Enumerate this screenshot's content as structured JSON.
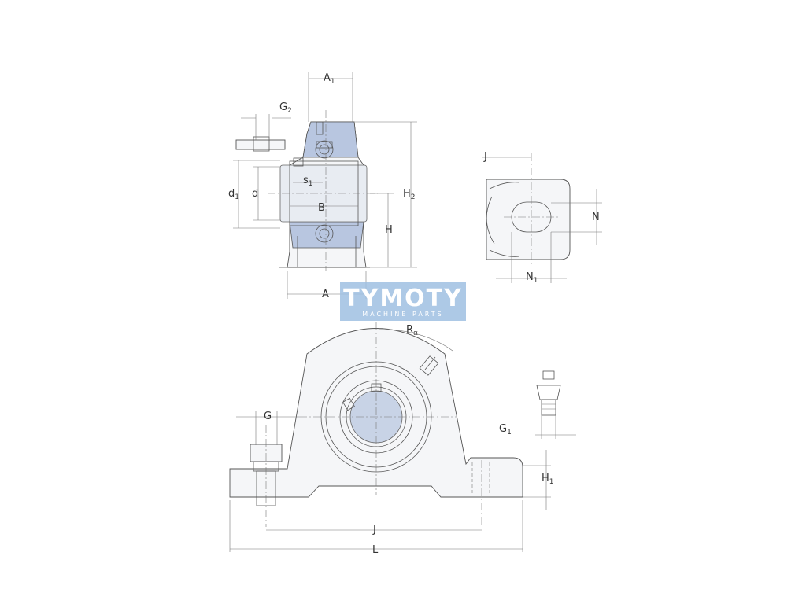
{
  "labels": {
    "A1": {
      "main": "A",
      "sub": "1"
    },
    "G2": {
      "main": "G",
      "sub": "2"
    },
    "s1": {
      "main": "s",
      "sub": "1"
    },
    "d1": {
      "main": "d",
      "sub": "1"
    },
    "d": {
      "main": "d",
      "sub": ""
    },
    "B": {
      "main": "B",
      "sub": ""
    },
    "H2": {
      "main": "H",
      "sub": "2"
    },
    "H": {
      "main": "H",
      "sub": ""
    },
    "A": {
      "main": "A",
      "sub": ""
    },
    "J_top": {
      "main": "J",
      "sub": ""
    },
    "N": {
      "main": "N",
      "sub": ""
    },
    "N1": {
      "main": "N",
      "sub": "1"
    },
    "Ra": {
      "main": "R",
      "sub": "α"
    },
    "G": {
      "main": "G",
      "sub": ""
    },
    "G1": {
      "main": "G",
      "sub": "1"
    },
    "H1": {
      "main": "H",
      "sub": "1"
    },
    "J": {
      "main": "J",
      "sub": ""
    },
    "L": {
      "main": "L",
      "sub": ""
    }
  },
  "watermark": {
    "title": "TYMOTY",
    "subtitle": "MACHINE PARTS"
  },
  "colors": {
    "housing_fill": "#f5f6f8",
    "bearing_blue": "#b8c6e0",
    "line": "#555555",
    "watermark": "#9fc0e2"
  }
}
